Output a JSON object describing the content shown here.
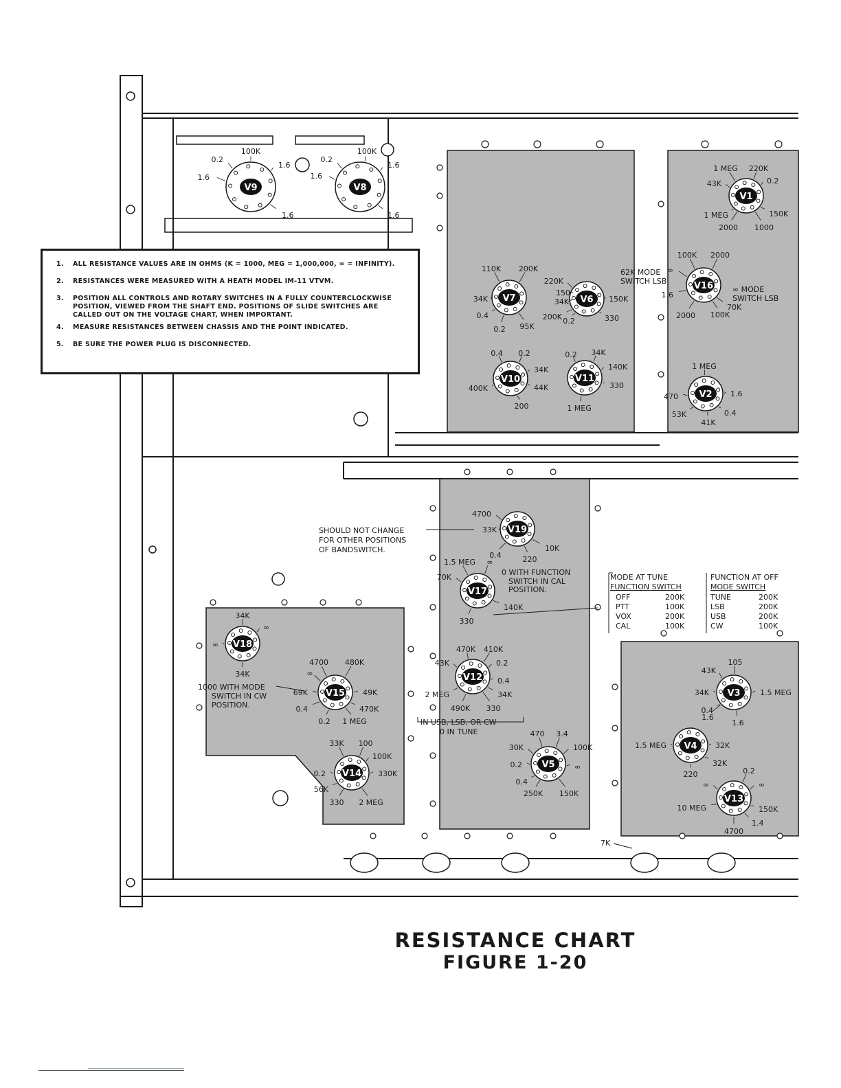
{
  "notes": [
    {
      "num": "1.",
      "text": "ALL RESISTANCE VALUES ARE IN OHMS (K = 1000, MEG = 1,000,000,   ∞ = INFINITY)."
    },
    {
      "num": "2.",
      "text": "RESISTANCES WERE MEASURED WITH A HEATH MODEL IM-11 VTVM."
    },
    {
      "num": "3.",
      "text": "POSITION ALL CONTROLS AND ROTARY SWITCHES IN A FULLY COUNTERCLOCKWISE\nPOSITION, VIEWED FROM THE SHAFT END. POSITIONS OF SLIDE SWITCHES ARE\nCALLED OUT ON THE VOLTAGE CHART, WHEN IMPORTANT."
    },
    {
      "num": "4.",
      "text": "MEASURE RESISTANCES BETWEEN CHASSIS AND THE POINT INDICATED."
    },
    {
      "num": "5.",
      "text": "BE SURE THE POWER PLUG IS DISCONNECTED."
    }
  ],
  "tubes": [
    {
      "name": "V9",
      "labels": [
        "100K",
        "0.2",
        "1.6",
        "1.6",
        "1.6"
      ]
    },
    {
      "name": "V8",
      "labels": [
        "100K",
        "0.2",
        "1.6",
        "1.6",
        "1.6"
      ]
    },
    {
      "name": "V1",
      "labels": [
        "1 MEG",
        "220K",
        "43K",
        "0.2",
        "1 MEG",
        "150K",
        "2000",
        "1000"
      ]
    },
    {
      "name": "V7",
      "labels": [
        "110K",
        "200K",
        "34K",
        "0.4",
        "0.2",
        "95K"
      ]
    },
    {
      "name": "V6",
      "labels": [
        "220K",
        "150",
        "34K",
        "150K",
        "200K",
        "0.2",
        "330"
      ]
    },
    {
      "name": "V16",
      "labels": [
        "100K",
        "2000",
        "∞",
        "1.6",
        "2000",
        "100K",
        "70K"
      ]
    },
    {
      "name": "V10",
      "labels": [
        "0.4",
        "0.2",
        "34K",
        "400K",
        "44K",
        "200"
      ]
    },
    {
      "name": "V11",
      "labels": [
        "0.2",
        "34K",
        "140K",
        "330",
        "1 MEG"
      ]
    },
    {
      "name": "V2",
      "labels": [
        "1 MEG",
        "470",
        "1.6",
        "53K",
        "0.4",
        "41K"
      ]
    },
    {
      "name": "V19",
      "labels": [
        "4700",
        "33K",
        "10K",
        "0.4",
        "220"
      ]
    },
    {
      "name": "V17",
      "labels": [
        "1.5 MEG",
        "∞",
        "70K",
        "140K",
        "330"
      ]
    },
    {
      "name": "V18",
      "labels": [
        "34K",
        "∞",
        "∞",
        "34K"
      ]
    },
    {
      "name": "V15",
      "labels": [
        "4700",
        "480K",
        "∞",
        "69K",
        "49K",
        "0.4",
        "470K",
        "0.2",
        "1 MEG"
      ]
    },
    {
      "name": "V12",
      "labels": [
        "470K",
        "410K",
        "43K",
        "0.2",
        "0.4",
        "2 MEG",
        "34K",
        "490K",
        "330"
      ]
    },
    {
      "name": "V14",
      "labels": [
        "33K",
        "100",
        "100K",
        "0.2",
        "330K",
        "56K",
        "330",
        "2 MEG"
      ]
    },
    {
      "name": "V5",
      "labels": [
        "470",
        "3.4",
        "30K",
        "100K",
        "0.2",
        "∞",
        "0.4",
        "250K",
        "150K"
      ]
    },
    {
      "name": "V3",
      "labels": [
        "105",
        "43K",
        "34K",
        "1.5 MEG",
        "0.4",
        "1.6",
        "1.6"
      ]
    },
    {
      "name": "V4",
      "labels": [
        "1.5 MEG",
        "32K",
        "32K",
        "220"
      ]
    },
    {
      "name": "V13",
      "labels": [
        "0.2",
        "∞",
        "∞",
        "10 MEG",
        "150K",
        "1.4",
        "4700"
      ]
    }
  ],
  "callouts": {
    "v16_mode_left": "62K MODE",
    "v16_switch_left": "SWITCH LSB",
    "v16_mode_right": "∞ MODE",
    "v16_switch_right": "SWITCH LSB",
    "v19_note": [
      "SHOULD NOT CHANGE",
      "FOR OTHER POSITIONS",
      "OF BANDSWITCH."
    ],
    "v17_note": [
      "0 WITH FUNCTION",
      "SWITCH IN CAL",
      "POSITION."
    ],
    "v15_note": [
      "1000 WITH MODE",
      "SWITCH IN CW",
      "POSITION."
    ],
    "v12_note": [
      "IN USB, LSB, OR CW",
      "0 IN TUNE"
    ],
    "seven_k": "7K"
  },
  "mode_table": {
    "header1": "MODE AT TUNE",
    "header2": "FUNCTION SWITCH",
    "rows": [
      [
        "OFF",
        "200K"
      ],
      [
        "PTT",
        "100K"
      ],
      [
        "VOX",
        "200K"
      ],
      [
        "CAL",
        "100K"
      ]
    ]
  },
  "function_table": {
    "header1": "FUNCTION AT OFF",
    "header2": "MODE SWITCH",
    "rows": [
      [
        "TUNE",
        "200K"
      ],
      [
        "LSB",
        "200K"
      ],
      [
        "USB",
        "200K"
      ],
      [
        "CW",
        "100K"
      ]
    ]
  },
  "title": "RESISTANCE CHART",
  "subtitle": "FIGURE 1-20"
}
